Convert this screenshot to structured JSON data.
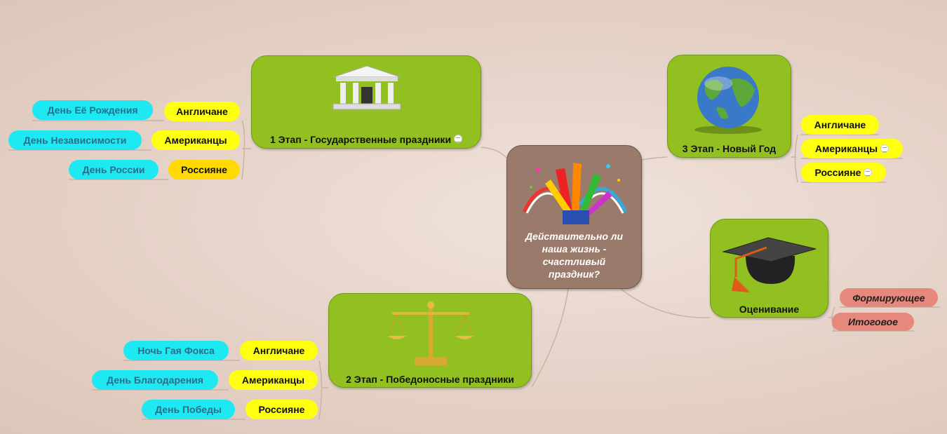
{
  "center": {
    "title": "Действительно ли наша жизнь - счастливый праздник?",
    "icon": "fireworks-icon"
  },
  "stage1": {
    "title": "1 Этап - Государственные праздники",
    "icon": "government-building-icon",
    "rows": [
      {
        "group": "Англичане",
        "holiday": "День Её Рождения"
      },
      {
        "group": "Американцы",
        "holiday": "День Независимости"
      },
      {
        "group": "Россияне",
        "holiday": "День России"
      }
    ]
  },
  "stage2": {
    "title": "2 Этап - Победоносные праздники",
    "icon": "scales-icon",
    "rows": [
      {
        "group": "Англичане",
        "holiday": "Ночь Гая Фокса"
      },
      {
        "group": "Американцы",
        "holiday": "День Благодарения"
      },
      {
        "group": "Россияне",
        "holiday": "День Победы"
      }
    ]
  },
  "stage3": {
    "title": "3 Этап - Новый Год",
    "icon": "globe-icon",
    "rows": [
      "Англичане",
      "Американцы",
      "Россияне"
    ]
  },
  "assessment": {
    "title": "Оценивание",
    "icon": "graduation-cap-icon",
    "rows": [
      "Формирующее",
      "Итоговое"
    ]
  },
  "colors": {
    "node": "#92c020",
    "center": "#9a7b6b",
    "cyan": "#1ee8f2",
    "yellow": "#ffff10",
    "gold": "#ffd900",
    "salmon": "#e6887c"
  }
}
